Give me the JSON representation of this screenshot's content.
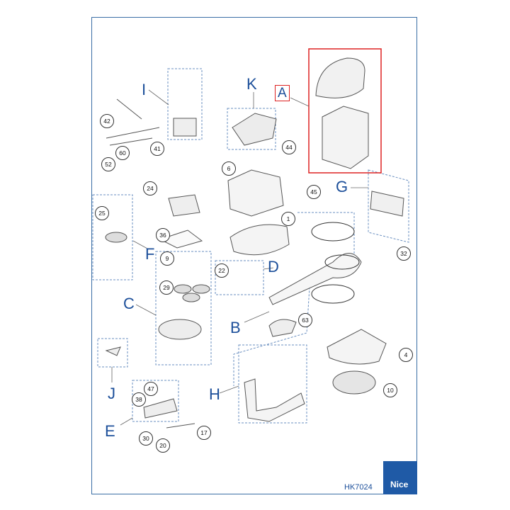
{
  "groups": {
    "A": "A",
    "B": "B",
    "C": "C",
    "D": "D",
    "E": "E",
    "F": "F",
    "G": "G",
    "H": "H",
    "I": "I",
    "J": "J",
    "K": "K"
  },
  "parts": {
    "p1": "1",
    "p4": "4",
    "p6": "6",
    "p9": "9",
    "p10": "10",
    "p17": "17",
    "p20": "20",
    "p22": "22",
    "p24": "24",
    "p25": "25",
    "p29": "29",
    "p30": "30",
    "p32": "32",
    "p36": "36",
    "p38": "38",
    "p41": "41",
    "p42": "42",
    "p44": "44",
    "p45": "45",
    "p47": "47",
    "p52": "52",
    "p60": "60",
    "p63": "63"
  },
  "footer": {
    "code": "HK7024",
    "brand": "Nice"
  },
  "colors": {
    "frame": "#3a6ea5",
    "label": "#1c4f9a",
    "highlight": "#dd2222",
    "brand": "#1f5aa6"
  }
}
